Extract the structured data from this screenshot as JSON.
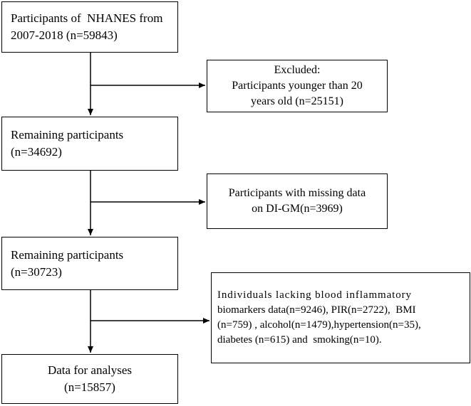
{
  "flowchart": {
    "steps": [
      {
        "lines": [
          "Participants of  NHANES from",
          "2007-2018 (n=59843)"
        ]
      },
      {
        "lines": [
          "Remaining participants",
          "(n=34692)"
        ]
      },
      {
        "lines": [
          "Remaining participants",
          "(n=30723)"
        ]
      },
      {
        "lines": [
          "Data for analyses",
          "(n=15857)"
        ]
      }
    ],
    "exclusions": [
      {
        "lines": [
          "Excluded:",
          "Participants younger than 20",
          "years old (n=25151)"
        ]
      },
      {
        "lines": [
          "Participants with missing data",
          "on DI-GM(n=3969)"
        ]
      },
      {
        "lines": [
          "Individuals lacking blood inflammatory",
          "biomarkers data(n=9246), PIR(n=2722),  BMI",
          "(n=759) , alcohol(n=1479),hypertension(n=35),",
          "diabetes (n=615) and  smoking(n=10)."
        ]
      }
    ]
  }
}
